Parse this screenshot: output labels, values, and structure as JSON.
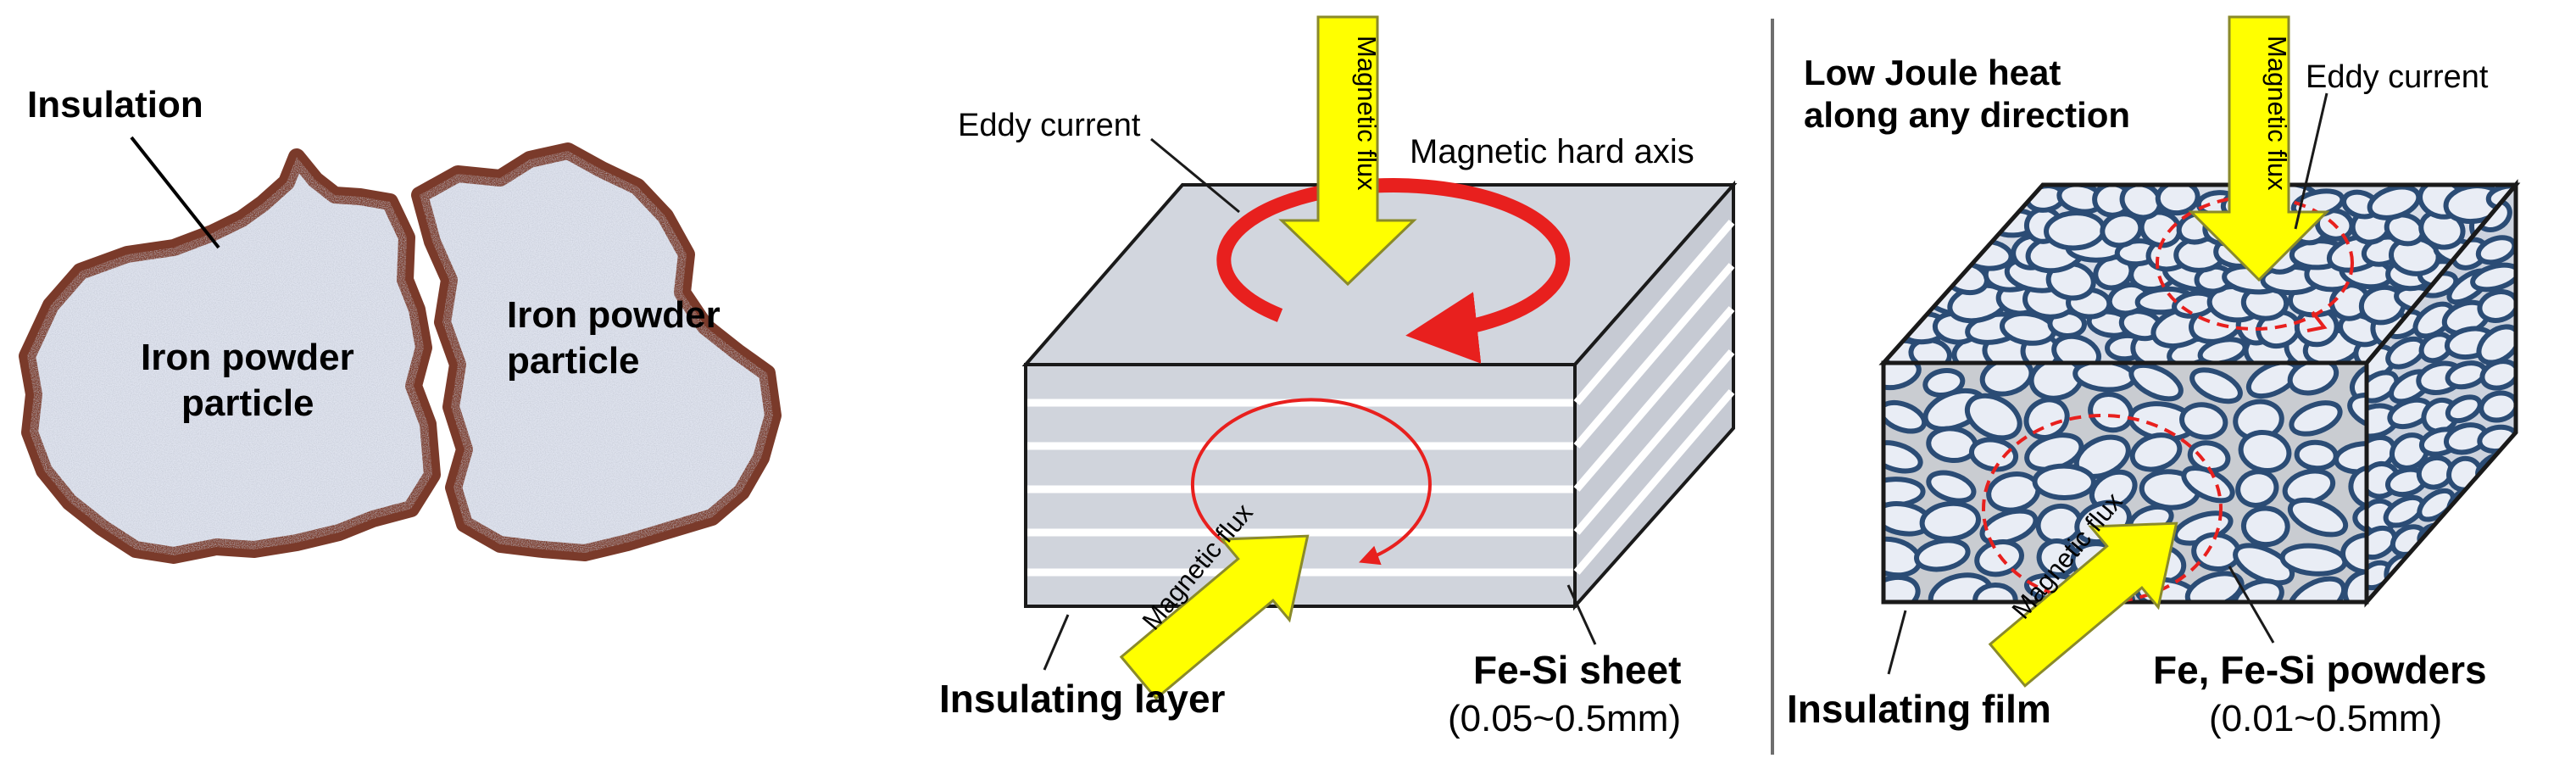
{
  "panel_left": {
    "insulation_label": "Insulation",
    "particle_a": [
      "Iron powder",
      "particle"
    ],
    "particle_b": [
      "Iron powder",
      "particle"
    ]
  },
  "panel_middle": {
    "eddy_current_label": "Eddy current",
    "hard_axis_label": "Magnetic hard axis",
    "flux_top_label": "Magnetic flux",
    "flux_side_label": "Magnetic flux",
    "insulating_layer_label": "Insulating layer",
    "sheet_label": "Fe-Si sheet",
    "sheet_thickness": "(0.05~0.5mm)"
  },
  "panel_right": {
    "joule_heat_lines": [
      "Low Joule heat",
      "along any direction"
    ],
    "eddy_current_label": "Eddy current",
    "flux_top_label": "Magnetic flux",
    "flux_side_label": "Magnetic flux",
    "insulating_film_label": "Insulating film",
    "powder_label": "Fe, Fe-Si powders",
    "powder_size": "(0.01~0.5mm)"
  },
  "colors": {
    "insulation_brown": "#7a3a2a",
    "eddy_red": "#e8201e",
    "flux_yellow": "#ffff00",
    "flux_border": "#8a8a2a",
    "steel_gray": "#d2d6de",
    "powder_blue": "#2b4c75",
    "powder_fill": "#e9edf5",
    "divider": "#6e6e6e"
  }
}
